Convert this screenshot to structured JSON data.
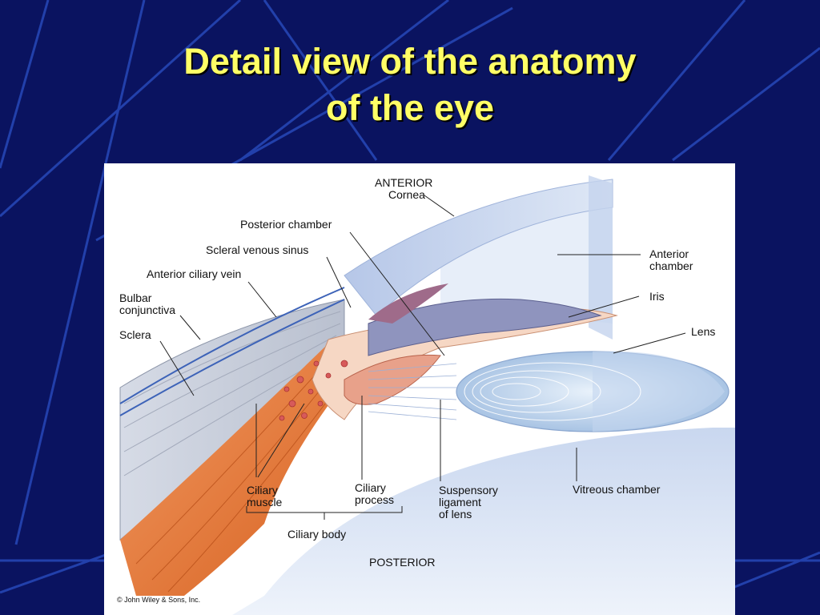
{
  "slide": {
    "title_line1": "Detail view of the anatomy",
    "title_line2": "of the eye",
    "colors": {
      "background": "#0a1360",
      "title": "#ffff66",
      "lines": "#2b4fc4"
    }
  },
  "figure": {
    "labels": {
      "anterior": "ANTERIOR",
      "cornea": "Cornea",
      "posterior_chamber": "Posterior chamber",
      "scleral_venous_sinus": "Scleral venous sinus",
      "anterior_ciliary_vein": "Anterior ciliary vein",
      "bulbar_conjunctiva": "Bulbar\nconjunctiva",
      "sclera": "Sclera",
      "anterior_chamber": "Anterior\nchamber",
      "iris": "Iris",
      "lens": "Lens",
      "ciliary_muscle": "Ciliary\nmuscle",
      "ciliary_process": "Ciliary\nprocess",
      "suspensory_ligament": "Suspensory\nligament\nof lens",
      "vitreous_chamber": "Vitreous chamber",
      "ciliary_body": "Ciliary body",
      "posterior": "POSTERIOR",
      "copyright": "© John Wiley & Sons, Inc."
    }
  }
}
